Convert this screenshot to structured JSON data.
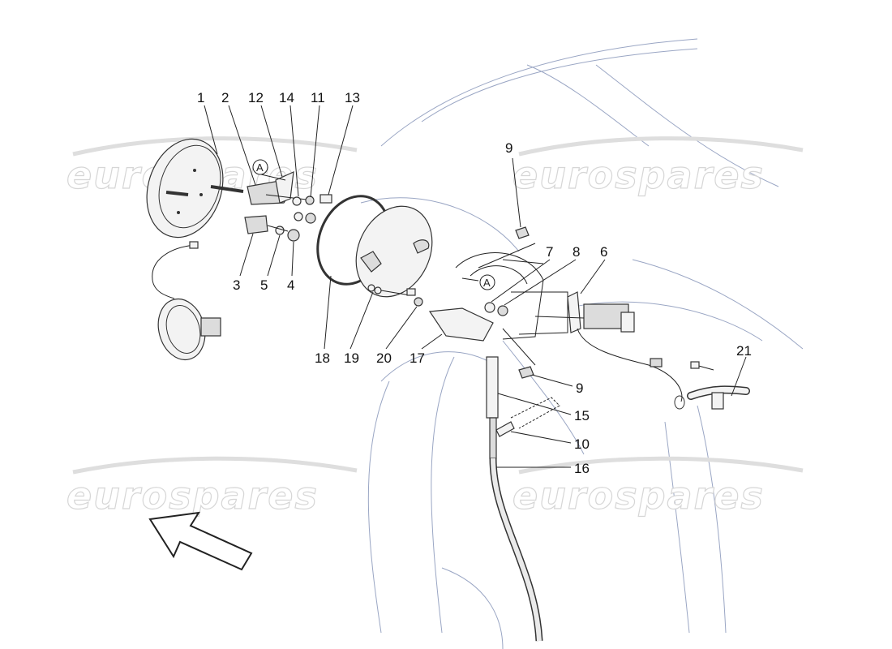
{
  "diagram": {
    "watermark_text": "eurospares",
    "reference_marker": "A",
    "callouts": [
      {
        "id": "c1",
        "label": "1"
      },
      {
        "id": "c2",
        "label": "2"
      },
      {
        "id": "c12",
        "label": "12"
      },
      {
        "id": "c14",
        "label": "14"
      },
      {
        "id": "c11",
        "label": "11"
      },
      {
        "id": "c13",
        "label": "13"
      },
      {
        "id": "c3",
        "label": "3"
      },
      {
        "id": "c5",
        "label": "5"
      },
      {
        "id": "c4",
        "label": "4"
      },
      {
        "id": "c18",
        "label": "18"
      },
      {
        "id": "c19",
        "label": "19"
      },
      {
        "id": "c20",
        "label": "20"
      },
      {
        "id": "c17",
        "label": "17"
      },
      {
        "id": "c9a",
        "label": "9"
      },
      {
        "id": "c7",
        "label": "7"
      },
      {
        "id": "c8",
        "label": "8"
      },
      {
        "id": "c6",
        "label": "6"
      },
      {
        "id": "c9b",
        "label": "9"
      },
      {
        "id": "c21",
        "label": "21"
      },
      {
        "id": "c15",
        "label": "15"
      },
      {
        "id": "c10",
        "label": "10"
      },
      {
        "id": "c16",
        "label": "16"
      }
    ],
    "colors": {
      "linework": "#333333",
      "body_outline": "#9aa6c4",
      "watermark": "#d6d6d6"
    }
  }
}
